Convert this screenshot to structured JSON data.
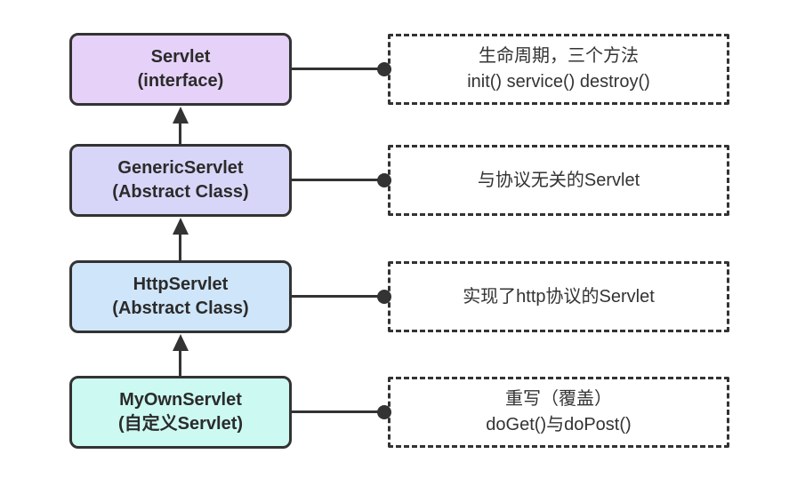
{
  "diagram": {
    "type": "class-hierarchy",
    "background_color": "#ffffff",
    "stroke_color": "#333333",
    "rows": [
      {
        "node": {
          "title": "Servlet",
          "subtitle": "(interface)",
          "fill": "#e6d2f8"
        },
        "note": {
          "line1": "生命周期，三个方法",
          "line2": "init() service() destroy()"
        }
      },
      {
        "node": {
          "title": "GenericServlet",
          "subtitle": "(Abstract Class)",
          "fill": "#d8d6f8"
        },
        "note": {
          "line1": "与协议无关的Servlet",
          "line2": ""
        }
      },
      {
        "node": {
          "title": "HttpServlet",
          "subtitle": "(Abstract Class)",
          "fill": "#cfe5fa"
        },
        "note": {
          "line1": "实现了http协议的Servlet",
          "line2": ""
        }
      },
      {
        "node": {
          "title": "MyOwnServlet",
          "subtitle": "(自定义Servlet)",
          "fill": "#ccfaf2"
        },
        "note": {
          "line1": "重写（覆盖）",
          "line2": "doGet()与doPost()"
        }
      }
    ]
  }
}
